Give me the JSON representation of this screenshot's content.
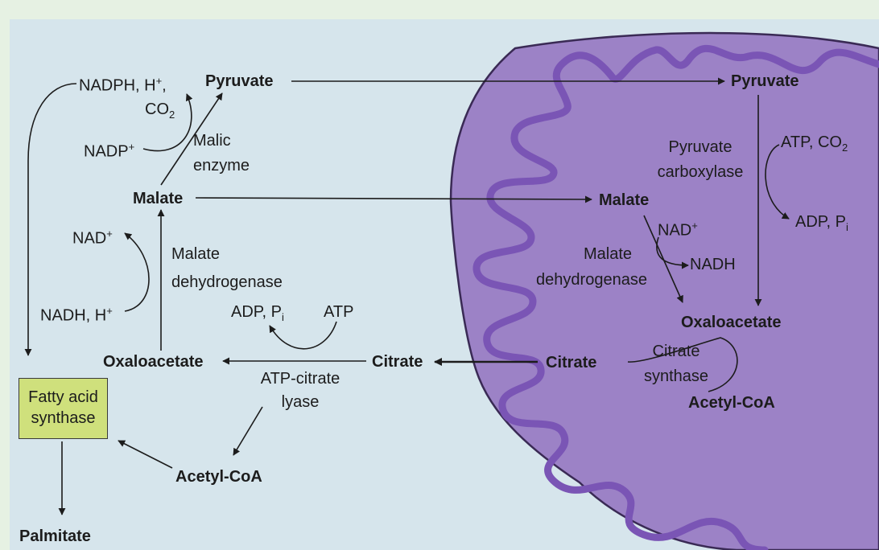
{
  "cytosol": {
    "pyruvate": "Pyruvate",
    "nadph": "NADPH, H",
    "nadph_sup": "+",
    "nadph_comma": ",",
    "co2": "CO",
    "co2_sub": "2",
    "nadp": "NADP",
    "nadp_sup": "+",
    "malic_enzyme": [
      "Malic",
      "enzyme"
    ],
    "malate": "Malate",
    "nad": "NAD",
    "nad_sup": "+",
    "malate_dh": [
      "Malate",
      "dehydrogenase"
    ],
    "nadh_h": "NADH, H",
    "nadh_h_sup": "+",
    "oxaloacetate": "Oxaloacetate",
    "adp_pi": "ADP, P",
    "adp_pi_sub": "i",
    "atp": "ATP",
    "atp_citrate_lyase": [
      "ATP-citrate",
      "lyase"
    ],
    "citrate": "Citrate",
    "fatty_acid_synthase": [
      "Fatty acid",
      "synthase"
    ],
    "acetyl_coa": "Acetyl-CoA",
    "palmitate": "Palmitate"
  },
  "mitochondrion": {
    "pyruvate": "Pyruvate",
    "pyruvate_carboxylase": [
      "Pyruvate",
      "carboxylase"
    ],
    "atp_co2": "ATP, CO",
    "atp_co2_sub": "2",
    "adp_pi": "ADP, P",
    "adp_pi_sub": "i",
    "malate": "Malate",
    "nad": "NAD",
    "nad_sup": "+",
    "nadh": "NADH",
    "malate_dh": [
      "Malate",
      "dehydrogenase"
    ],
    "oxaloacetate": "Oxaloacetate",
    "citrate": "Citrate",
    "citrate_synthase": [
      "Citrate",
      "synthase"
    ],
    "acetyl_coa": "Acetyl-CoA"
  },
  "colors": {
    "frame": "#e6f1e3",
    "panel": "#d6e5ec",
    "matrix": "#9c82c6",
    "inner_membrane": "#7a55b5",
    "outer_membrane": "#3a2a55",
    "fas_box": "#cfe07c"
  }
}
